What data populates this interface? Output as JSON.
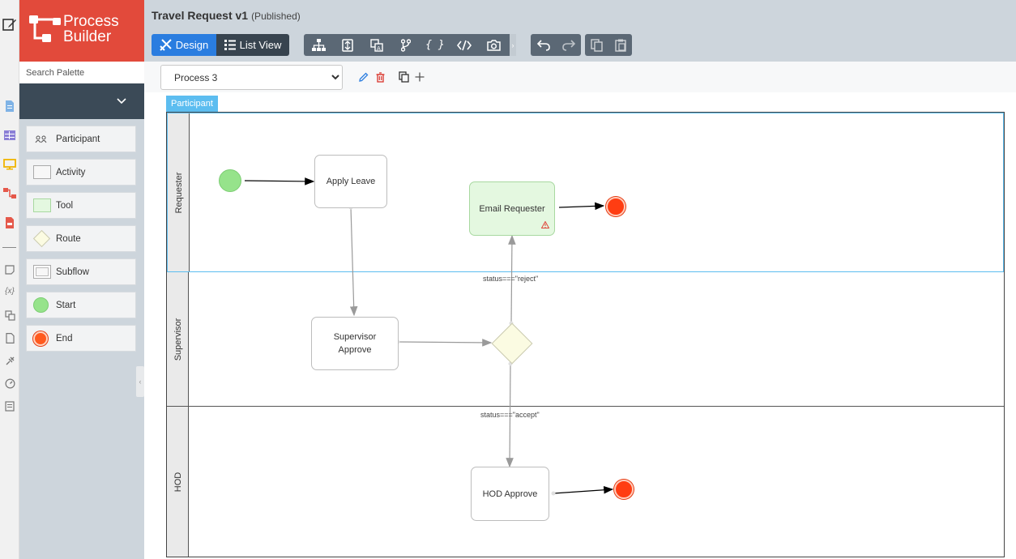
{
  "brand": {
    "name_line1": "Process",
    "name_line2": "Builder"
  },
  "search": {
    "placeholder": "Search Palette"
  },
  "palette": {
    "items": [
      {
        "label": "Participant",
        "icon": "participant-icon"
      },
      {
        "label": "Activity",
        "icon": "activity-shape-icon"
      },
      {
        "label": "Tool",
        "icon": "tool-shape-icon"
      },
      {
        "label": "Route",
        "icon": "route-shape-icon"
      },
      {
        "label": "Subflow",
        "icon": "subflow-shape-icon"
      },
      {
        "label": "Start",
        "icon": "start-shape-icon"
      },
      {
        "label": "End",
        "icon": "end-shape-icon"
      }
    ]
  },
  "header": {
    "title": "Travel Request v1",
    "status": "(Published)",
    "design_label": "Design",
    "list_view_label": "List View"
  },
  "toolbar": {
    "view_tools": [
      "hierarchy-icon",
      "align-icon",
      "translate-icon",
      "branch-icon",
      "json-icon",
      "code-icon",
      "camera-icon"
    ],
    "edit_tools": [
      "undo-icon",
      "redo-icon"
    ],
    "clip_tools": [
      "copy-icon",
      "paste-icon"
    ]
  },
  "process": {
    "selected": "Process 3",
    "options": [
      "Process 3"
    ]
  },
  "diagram": {
    "participant_tab": "Participant",
    "lanes": [
      "Requester",
      "Supervisor",
      "HOD"
    ],
    "nodes": {
      "apply_leave": "Apply Leave",
      "email_requester": "Email Requester",
      "supervisor_approve_line1": "Supervisor",
      "supervisor_approve_line2": "Approve",
      "hod_approve": "HOD Approve"
    },
    "conditions": {
      "reject": "status===\"reject\"",
      "accept": "status===\"accept\""
    }
  },
  "colors": {
    "brand": "#e24a3b",
    "accent": "#2a7de0",
    "start": "#96e38b",
    "end": "#ff3d12",
    "tool_fill": "#e4f8e0",
    "route_fill": "#fbfbe2",
    "participant_tab": "#5cbdf0"
  }
}
